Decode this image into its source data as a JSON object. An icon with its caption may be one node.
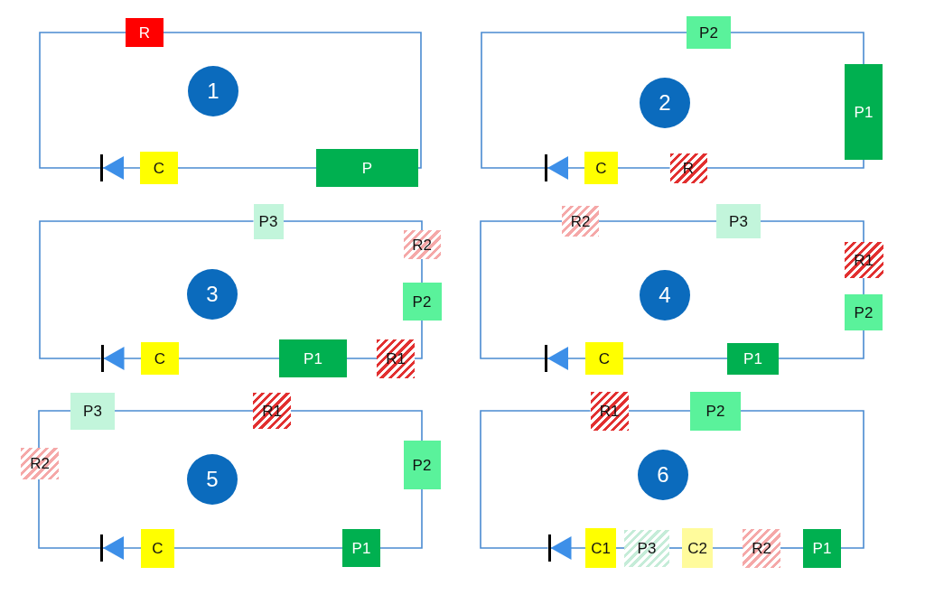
{
  "diagram": {
    "nodes": [
      {
        "text": [
          "R"
        ]
      },
      {
        "text": [
          "1"
        ]
      },
      {
        "text": [],
        "shape": "bar"
      },
      {
        "text": [
          "C"
        ]
      },
      {
        "text": [
          "P"
        ]
      },
      {
        "text": [
          "P2"
        ]
      },
      {
        "text": [
          "P1"
        ]
      },
      {
        "text": [
          "2"
        ]
      },
      {
        "text": [],
        "shape": "bar"
      },
      {
        "text": [
          "C"
        ]
      },
      {
        "text": [
          "R"
        ]
      },
      {
        "text": [
          "P3"
        ]
      },
      {
        "text": [
          "R2"
        ]
      },
      {
        "text": [
          "3"
        ]
      },
      {
        "text": [
          "P2"
        ]
      },
      {
        "text": [],
        "shape": "bar"
      },
      {
        "text": [
          "C"
        ]
      },
      {
        "text": [
          "P1"
        ]
      },
      {
        "text": [
          "R1"
        ]
      },
      {
        "text": [
          "R2"
        ]
      },
      {
        "text": [
          "P3"
        ]
      },
      {
        "text": [
          "R1"
        ]
      },
      {
        "text": [
          "4"
        ]
      },
      {
        "text": [
          "P2"
        ]
      },
      {
        "text": [],
        "shape": "bar"
      },
      {
        "text": [
          "C"
        ]
      },
      {
        "text": [
          "P1"
        ]
      },
      {
        "text": [
          "P3"
        ]
      },
      {
        "text": [
          "R1"
        ]
      },
      {
        "text": [
          "R2"
        ]
      },
      {
        "text": [
          "5"
        ]
      },
      {
        "text": [
          "P2"
        ]
      },
      {
        "text": [],
        "shape": "bar"
      },
      {
        "text": [
          "C"
        ]
      },
      {
        "text": [
          "P1"
        ]
      },
      {
        "text": [
          "R1"
        ]
      },
      {
        "text": [
          "P2"
        ]
      },
      {
        "text": [
          "6"
        ]
      },
      {
        "text": [],
        "shape": "bar"
      },
      {
        "text": [
          "C1"
        ]
      },
      {
        "text": [
          "P3"
        ]
      },
      {
        "text": [
          "C2"
        ]
      },
      {
        "text": [
          "R2"
        ]
      },
      {
        "text": [
          "P1"
        ]
      }
    ],
    "edges": [
      {
        "from": 3,
        "to": 2,
        "arrow": "to"
      },
      {
        "from": 2,
        "to": 0,
        "arrow": "none"
      },
      {
        "from": 0,
        "to": 4,
        "arrow": "none"
      },
      {
        "from": 4,
        "to": 3,
        "arrow": "none"
      },
      {
        "from": 9,
        "to": 8,
        "arrow": "to"
      },
      {
        "from": 8,
        "to": 5,
        "arrow": "none"
      },
      {
        "from": 5,
        "to": 6,
        "arrow": "none"
      },
      {
        "from": 6,
        "to": 10,
        "arrow": "none"
      },
      {
        "from": 10,
        "to": 9,
        "arrow": "none"
      },
      {
        "from": 16,
        "to": 15,
        "arrow": "to"
      },
      {
        "from": 15,
        "to": 11,
        "arrow": "none"
      },
      {
        "from": 11,
        "to": 12,
        "arrow": "none"
      },
      {
        "from": 12,
        "to": 14,
        "arrow": "none"
      },
      {
        "from": 14,
        "to": 18,
        "arrow": "none"
      },
      {
        "from": 18,
        "to": 17,
        "arrow": "none"
      },
      {
        "from": 17,
        "to": 16,
        "arrow": "none"
      },
      {
        "from": 25,
        "to": 24,
        "arrow": "to"
      },
      {
        "from": 24,
        "to": 19,
        "arrow": "none"
      },
      {
        "from": 19,
        "to": 20,
        "arrow": "none"
      },
      {
        "from": 20,
        "to": 21,
        "arrow": "none"
      },
      {
        "from": 21,
        "to": 23,
        "arrow": "none"
      },
      {
        "from": 23,
        "to": 26,
        "arrow": "none"
      },
      {
        "from": 26,
        "to": 25,
        "arrow": "none"
      },
      {
        "from": 33,
        "to": 32,
        "arrow": "to"
      },
      {
        "from": 32,
        "to": 29,
        "arrow": "none"
      },
      {
        "from": 29,
        "to": 27,
        "arrow": "none"
      },
      {
        "from": 27,
        "to": 28,
        "arrow": "none"
      },
      {
        "from": 28,
        "to": 31,
        "arrow": "none"
      },
      {
        "from": 31,
        "to": 34,
        "arrow": "none"
      },
      {
        "from": 34,
        "to": 33,
        "arrow": "none"
      },
      {
        "from": 39,
        "to": 38,
        "arrow": "to"
      },
      {
        "from": 38,
        "to": 35,
        "arrow": "none"
      },
      {
        "from": 35,
        "to": 36,
        "arrow": "none"
      },
      {
        "from": 36,
        "to": 43,
        "arrow": "none"
      },
      {
        "from": 43,
        "to": 42,
        "arrow": "none"
      },
      {
        "from": 42,
        "to": 41,
        "arrow": "none"
      },
      {
        "from": 41,
        "to": 40,
        "arrow": "none"
      },
      {
        "from": 40,
        "to": 39,
        "arrow": "none"
      }
    ]
  }
}
